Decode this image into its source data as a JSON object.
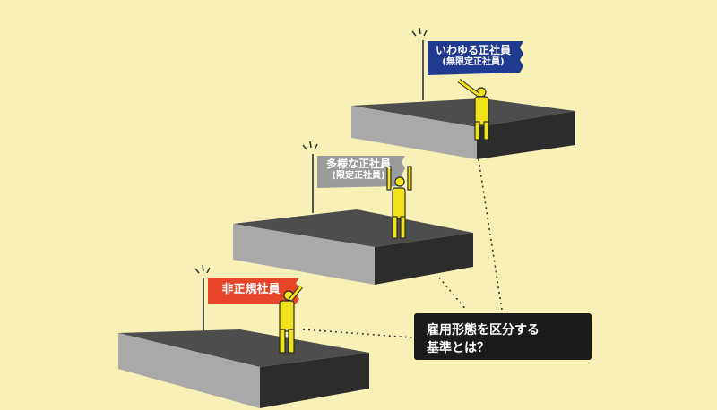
{
  "steps": [
    {
      "flag_line1": "非正規社員",
      "flag_line2": "",
      "color": "#e6452a"
    },
    {
      "flag_line1": "多様な正社員",
      "flag_line2": "(限定正社員)",
      "color": "#9b9b9b"
    },
    {
      "flag_line1": "いわゆる正社員",
      "flag_line2": "(無限定正社員)",
      "color": "#1f3a8f"
    }
  ],
  "callout": {
    "line1": "雇用形態を区分する",
    "line2": "基準とは？"
  },
  "colors": {
    "background": "#f8f1b7",
    "platform_top": "#4d4d4d",
    "platform_side": "#a9a9a9",
    "platform_front": "#2c2c2c",
    "figure": "#f2e21a",
    "callout_bg": "#1b1b1b"
  }
}
